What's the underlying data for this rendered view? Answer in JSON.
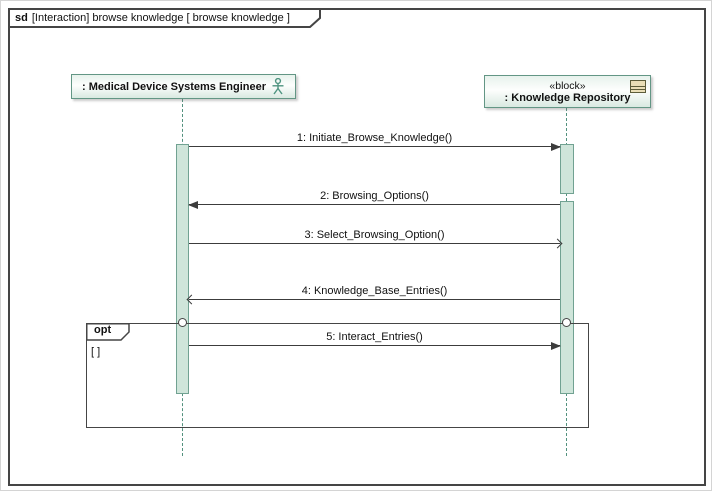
{
  "window": {
    "title_keyword": "sd",
    "title_text": "[Interaction] browse knowledge [ browse knowledge ]"
  },
  "lifelines": [
    {
      "name": ": Medical Device Systems Engineer",
      "kind": "actor",
      "icon": "actor-icon"
    },
    {
      "name": ": Knowledge Repository",
      "stereotype": "«block»",
      "kind": "block",
      "icon": "block-icon"
    }
  ],
  "messages": [
    {
      "label": "1: Initiate_Browse_Knowledge()",
      "direction": "right",
      "arrow": "filled"
    },
    {
      "label": "2: Browsing_Options()",
      "direction": "left",
      "arrow": "filled"
    },
    {
      "label": "3: Select_Browsing_Option()",
      "direction": "right",
      "arrow": "open"
    },
    {
      "label": "4: Knowledge_Base_Entries()",
      "direction": "left",
      "arrow": "open"
    },
    {
      "label": "5: Interact_Entries()",
      "direction": "right",
      "arrow": "filled"
    }
  ],
  "fragment": {
    "operator": "opt",
    "guard": "[ ]"
  },
  "colors": {
    "frame_border": "#454545",
    "lifeline_dash": "#53917e",
    "activation_fill": "#cfe5da",
    "activation_border": "#71a292",
    "head_border": "#639685",
    "message_line": "#3c3c3c",
    "block_icon_fill": "#e9deb7"
  }
}
